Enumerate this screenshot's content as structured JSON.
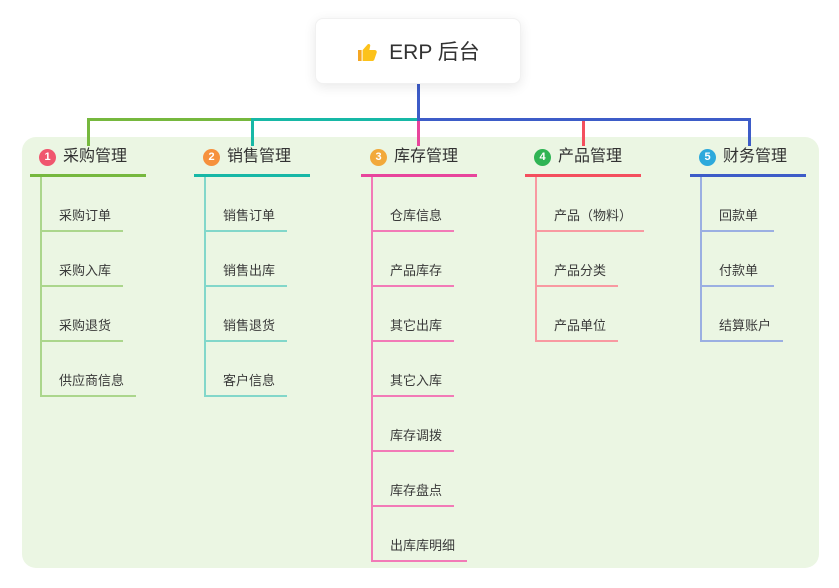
{
  "root": {
    "label": "ERP 后台",
    "icon": "thumbs-up-icon"
  },
  "branches": [
    {
      "label": "采购管理",
      "badge": "1",
      "badge_color": "#f0566e",
      "line_color": "#76b83e",
      "child_line_color": "#abd68c",
      "children": [
        "采购订单",
        "采购入库",
        "采购退货",
        "供应商信息"
      ]
    },
    {
      "label": "销售管理",
      "badge": "2",
      "badge_color": "#f6913d",
      "line_color": "#17b8a6",
      "child_line_color": "#82d7ca",
      "children": [
        "销售订单",
        "销售出库",
        "销售退货",
        "客户信息"
      ]
    },
    {
      "label": "库存管理",
      "badge": "3",
      "badge_color": "#f2a93b",
      "line_color": "#e8459c",
      "child_line_color": "#f27ab7",
      "children": [
        "仓库信息",
        "产品库存",
        "其它出库",
        "其它入库",
        "库存调拨",
        "库存盘点",
        "出库库明细"
      ]
    },
    {
      "label": "产品管理",
      "badge": "4",
      "badge_color": "#2fb454",
      "line_color": "#f44f5e",
      "child_line_color": "#f899a1",
      "children": [
        "产品（物料）",
        "产品分类",
        "产品单位"
      ]
    },
    {
      "label": "财务管理",
      "badge": "5",
      "badge_color": "#2da9dc",
      "line_color": "#3d5cc8",
      "child_line_color": "#9bafe2",
      "children": [
        "回款单",
        "付款单",
        "结算账户"
      ]
    }
  ],
  "colors": {
    "panel_bg": "#ebf6e3",
    "stem_blue": "#3d5cc8",
    "root_bg": "#ffffff",
    "text": "#3a3a3a"
  }
}
